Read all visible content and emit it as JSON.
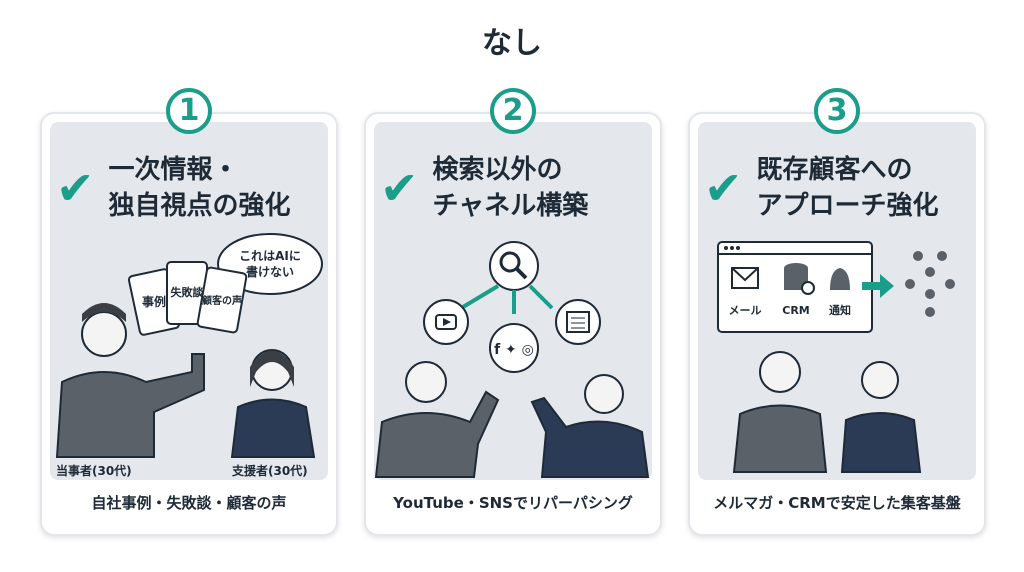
{
  "title": "なし",
  "cards": [
    {
      "number": "1",
      "heading_line1": "一次情報・",
      "heading_line2": "独自視点の強化",
      "cards_text": [
        "事例",
        "失敗談",
        "顧客の声"
      ],
      "bubble_line1": "これはAIに",
      "bubble_line2": "書けない",
      "person1": "当事者(30代)",
      "person2": "支援者(30代)",
      "caption": "自社事例・失敗談・顧客の声"
    },
    {
      "number": "2",
      "heading_line1": "検索以外の",
      "heading_line2": "チャネル構築",
      "icons": [
        "search-icon",
        "youtube-icon",
        "sns-icon",
        "news-icon"
      ],
      "caption": "YouTube・SNSでリパーパシング"
    },
    {
      "number": "3",
      "heading_line1": "既存顧客への",
      "heading_line2": "アプローチ強化",
      "tools": [
        "メール",
        "CRM",
        "通知"
      ],
      "caption": "メルマガ・CRMで安定した集客基盤"
    }
  ],
  "colors": {
    "accent": "#1a9e8a",
    "text": "#1f2a37",
    "panel": "#e4e8ec",
    "navy": "#2b3a55",
    "suit": "#5b6168"
  }
}
